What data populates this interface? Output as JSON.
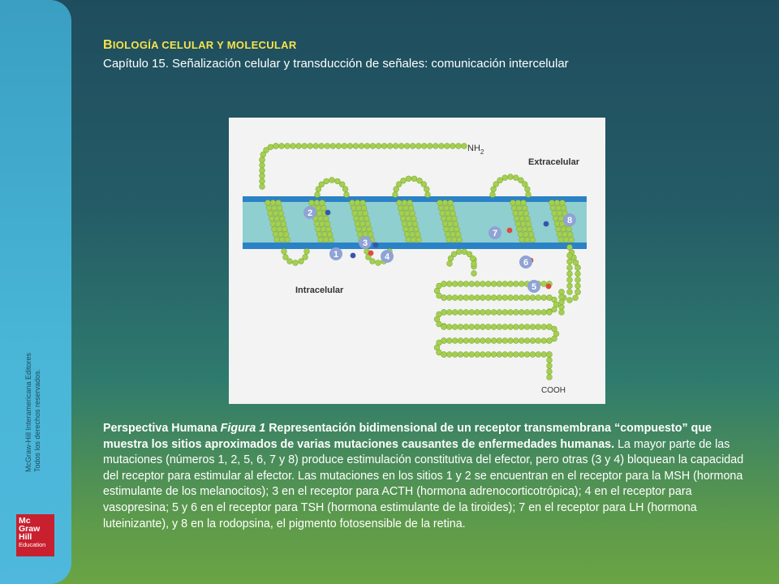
{
  "header": {
    "title_first": "B",
    "title_rest": "IOLOGÍA CELULAR Y MOLECULAR",
    "subtitle": "Capítulo 15. Señalización celular y transducción de señales: comunicación intercelular"
  },
  "sidebar": {
    "publisher_line1": "McGraw-Hill Interamericana Editores",
    "publisher_line2": "Todos los derechos reservados.",
    "logo_lines": [
      "Mc",
      "Graw",
      "Hill",
      "Education"
    ]
  },
  "figure": {
    "labels": {
      "nh2": "NH",
      "nh2_sub": "2",
      "cooh": "COOH",
      "extracelular": "Extracelular",
      "intracelular": "Intracelular"
    },
    "mutations": [
      "1",
      "2",
      "3",
      "4",
      "5",
      "6",
      "7",
      "8"
    ],
    "colors": {
      "bead": "#a6cf52",
      "membrane": "#8fcfd0",
      "membrane_edge": "#2b82c6",
      "marker": "#8fa3d4",
      "dot_blue": "#3557a8",
      "dot_red": "#e04b3c"
    }
  },
  "caption": {
    "bold_part1": "Perspectiva Humana ",
    "bold_italic": "Figura 1",
    "bold_part2": " Representación bidimensional de un receptor transmembrana “compuesto” que muestra los sitios aproximados de varias mutaciones causantes de enfermedades humanas.",
    "text": " La mayor parte de las mutaciones (números 1, 2, 5, 6, 7 y 8) produce estimulación constitutiva del efector, pero otras (3 y 4) bloquean la capacidad del receptor para estimular al efector. Las mutaciones en los sitios 1 y 2 se encuentran en el receptor para la MSH (hormona estimulante de los melanocitos); 3 en el receptor para ACTH (hormona adrenocorticotrópica); 4 en el receptor para vasopresina; 5 y 6 en el receptor para TSH (hormona estimulante de la tiroides); 7 en el receptor para LH (hormona luteinizante), y 8 en la rodopsina, el pigmento fotosensible de la retina."
  }
}
